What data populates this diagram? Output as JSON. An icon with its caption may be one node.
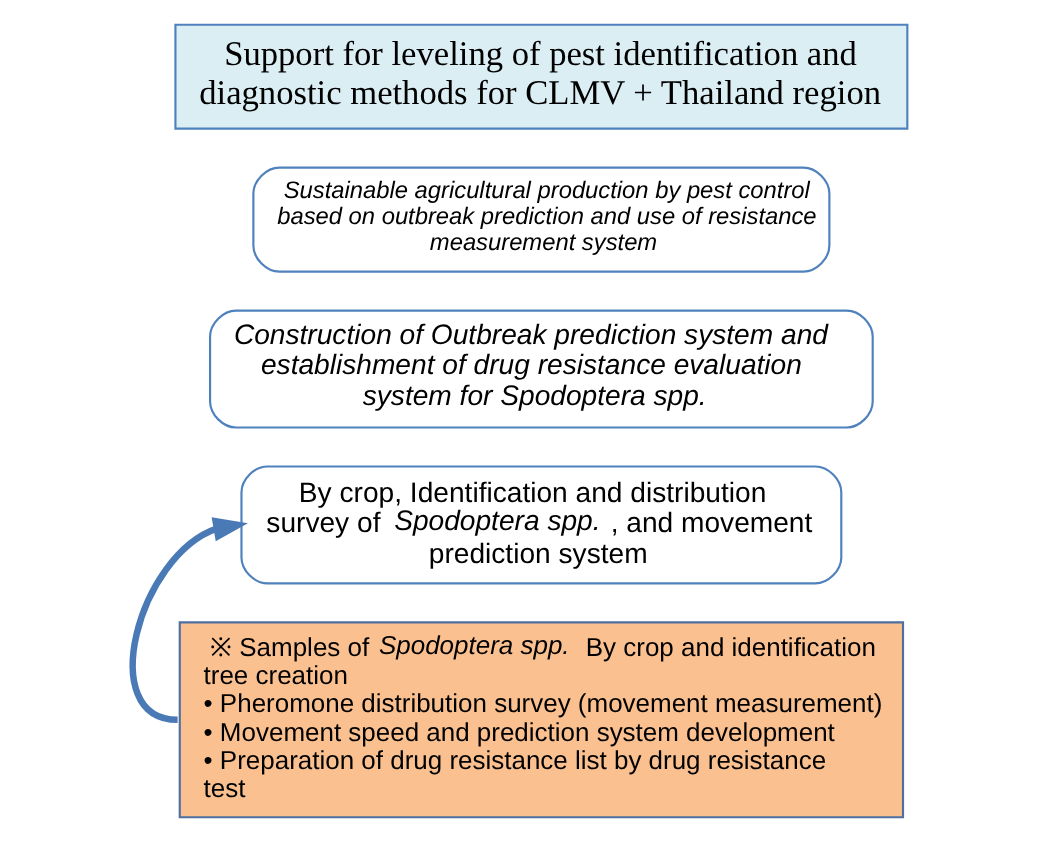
{
  "diagram": {
    "nodes": [
      {
        "text": [
          "Support for leveling of pest identification and diagnostic methods for CLMV + Thailand region"
        ]
      },
      {
        "text": [
          "Sustainable agricultural production by pest control based on outbreak prediction and use of resistance measurement system"
        ]
      },
      {
        "text": [
          "Construction of Outbreak prediction system and establishment of drug resistance evaluation system for Spodoptera spp."
        ]
      },
      {
        "text": [
          "By crop, Identification and distribution survey of *Spodoptera spp.*, and movement prediction system"
        ]
      },
      {
        "text": [
          "※ Samples of *Spodoptera spp.* By crop and identification tree creation",
          "• Pheromone distribution survey (movement measurement)",
          "• Movement speed and prediction system development",
          "• Preparation of drug resistance list by drug resistance test"
        ]
      }
    ],
    "edges": [
      {
        "from": 4,
        "to": 3,
        "arrow": "to"
      }
    ]
  }
}
